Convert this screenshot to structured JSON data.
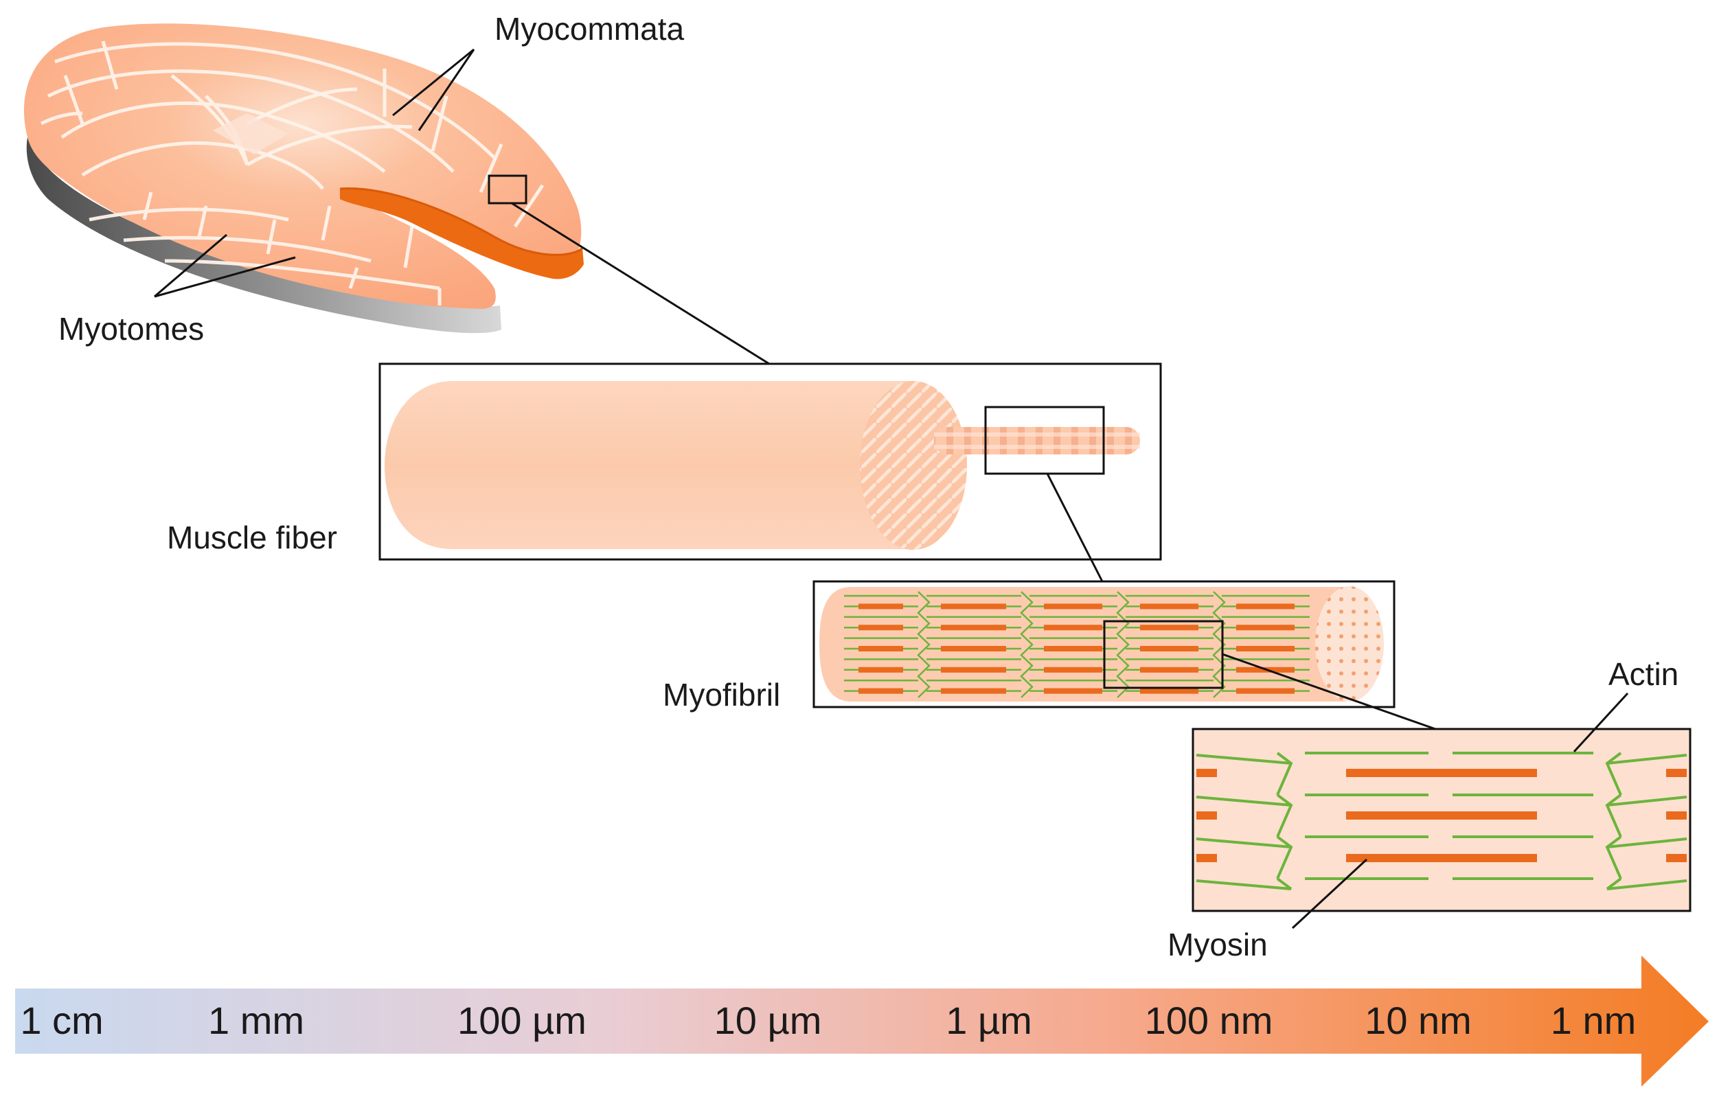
{
  "labels": {
    "myocommata": "Myocommata",
    "myotomes": "Myotomes",
    "muscle_fiber": "Muscle fiber",
    "myofibril": "Myofibril",
    "actin": "Actin",
    "myosin": "Myosin"
  },
  "scale": {
    "ticks": [
      "1 cm",
      "1 mm",
      "100 µm",
      "10 µm",
      "1 µm",
      "100 nm",
      "10 nm",
      "1 nm"
    ]
  },
  "colors": {
    "salmon_flesh": "#fdb08a",
    "salmon_dark": "#ec6a12",
    "fiber_pale": "#fdd2b8",
    "actin_green": "#6cb43c",
    "myosin_orange": "#ea6a1e",
    "scale_start": "#c9d9ef",
    "scale_end": "#f47c24"
  }
}
